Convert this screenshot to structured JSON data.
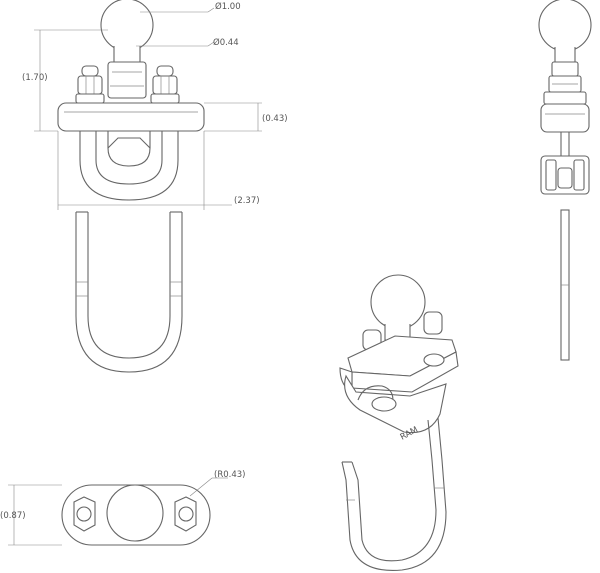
{
  "dimensions": {
    "ball_diameter": "Ø1.00",
    "neck_diameter": "Ø0.44",
    "overall_height": "(1.70)",
    "base_height": "(0.43)",
    "overall_width": "(2.37)",
    "base_depth": "(0.87)",
    "corner_radius": "(R0.43)"
  },
  "engraving": "RAM",
  "colors": {
    "line": "#666666",
    "dimension": "#888888",
    "text": "#555555"
  }
}
